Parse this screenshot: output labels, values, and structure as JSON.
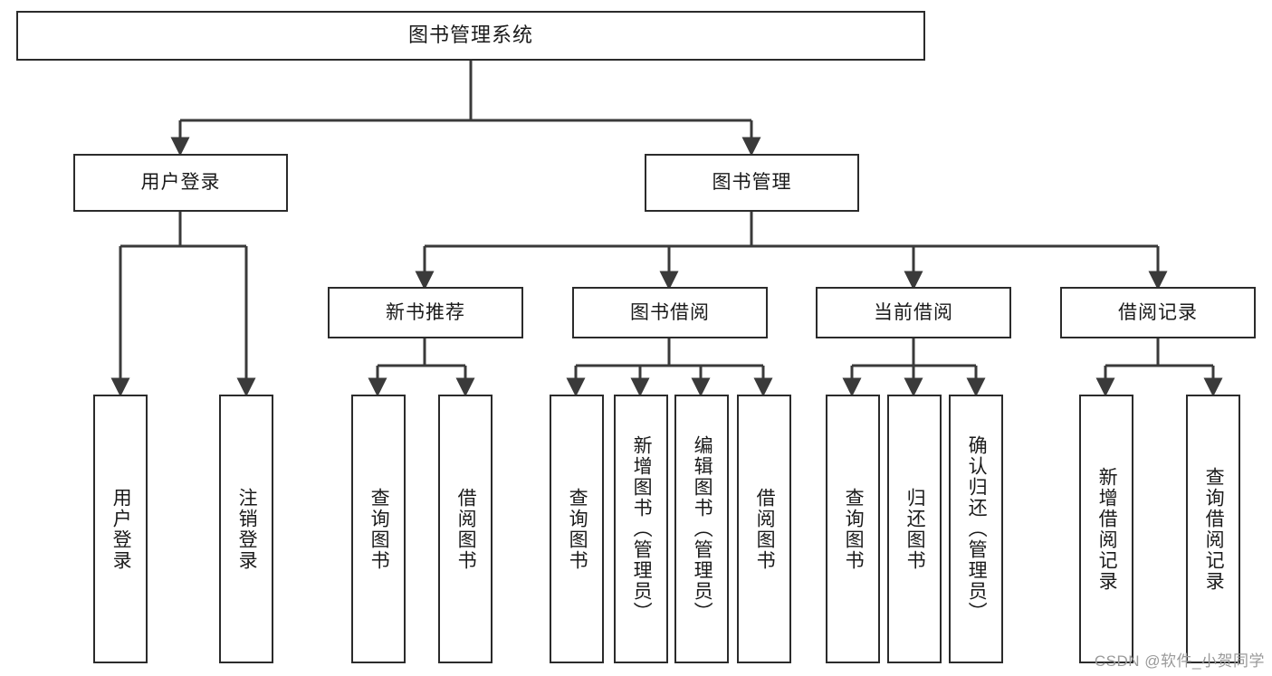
{
  "diagram": {
    "title": "图书管理系统",
    "type": "hierarchy-tree",
    "watermark": "CSDN @软件_小贺同学",
    "colors": {
      "box_border": "#2b2b2b",
      "box_fill": "#ffffff",
      "connector": "#3a3a3a",
      "text": "#1a1a1a",
      "watermark": "#9a9a9a"
    },
    "levels": {
      "root": {
        "label": "图书管理系统"
      },
      "level2": [
        {
          "label": "用户登录"
        },
        {
          "label": "图书管理"
        }
      ],
      "level3": [
        {
          "label": "新书推荐"
        },
        {
          "label": "图书借阅"
        },
        {
          "label": "当前借阅"
        },
        {
          "label": "借阅记录"
        }
      ],
      "leaves": {
        "user_login": [
          {
            "label": "用户登录"
          },
          {
            "label": "注销登录"
          }
        ],
        "new_book_recommend": [
          {
            "label": "查询图书"
          },
          {
            "label": "借阅图书"
          }
        ],
        "book_borrow": [
          {
            "label": "查询图书"
          },
          {
            "label": "新增图书（管理员）"
          },
          {
            "label": "编辑图书（管理员）"
          },
          {
            "label": "借阅图书"
          }
        ],
        "current_borrow": [
          {
            "label": "查询图书"
          },
          {
            "label": "归还图书"
          },
          {
            "label": "确认归还（管理员）"
          }
        ],
        "borrow_records": [
          {
            "label": "新增借阅记录"
          },
          {
            "label": "查询借阅记录"
          }
        ]
      }
    }
  }
}
